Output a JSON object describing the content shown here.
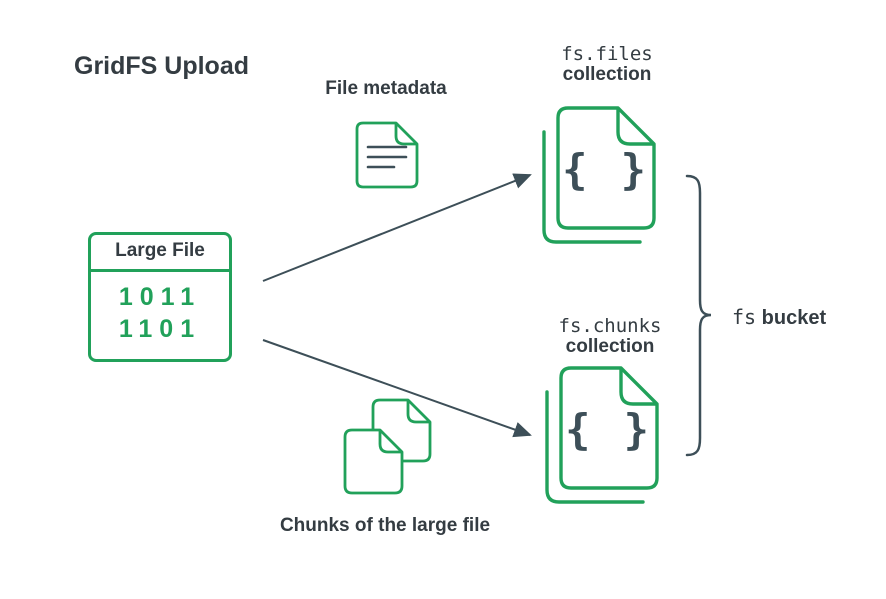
{
  "title": "GridFS Upload",
  "file_metadata_label": "File metadata",
  "chunks_label": "Chunks of the large file",
  "large_file": {
    "title": "Large File",
    "binary": [
      "1011",
      "1101"
    ]
  },
  "files_collection": {
    "name": "fs.files",
    "kind": "collection",
    "symbol": "{ }"
  },
  "chunks_collection": {
    "name": "fs.chunks",
    "kind": "collection",
    "symbol": "{ }"
  },
  "bucket": {
    "mono": "fs",
    "label": "bucket"
  },
  "colors": {
    "green": "#21A15A",
    "ink": "#3D4F58"
  }
}
